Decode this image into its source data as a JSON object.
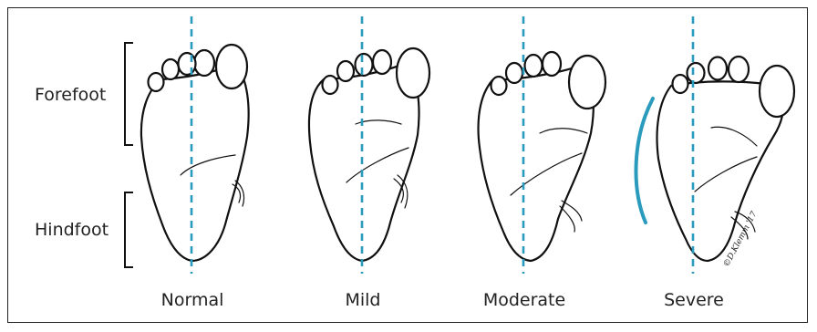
{
  "regions": {
    "forefoot": "Forefoot",
    "hindfoot": "Hindfoot"
  },
  "feet": [
    {
      "label": "Normal"
    },
    {
      "label": "Mild"
    },
    {
      "label": "Moderate"
    },
    {
      "label": "Severe"
    }
  ],
  "signature": "©D.Klemm '17",
  "colors": {
    "axis": "#2a9bbd",
    "ink": "#111111",
    "border": "#222222"
  }
}
